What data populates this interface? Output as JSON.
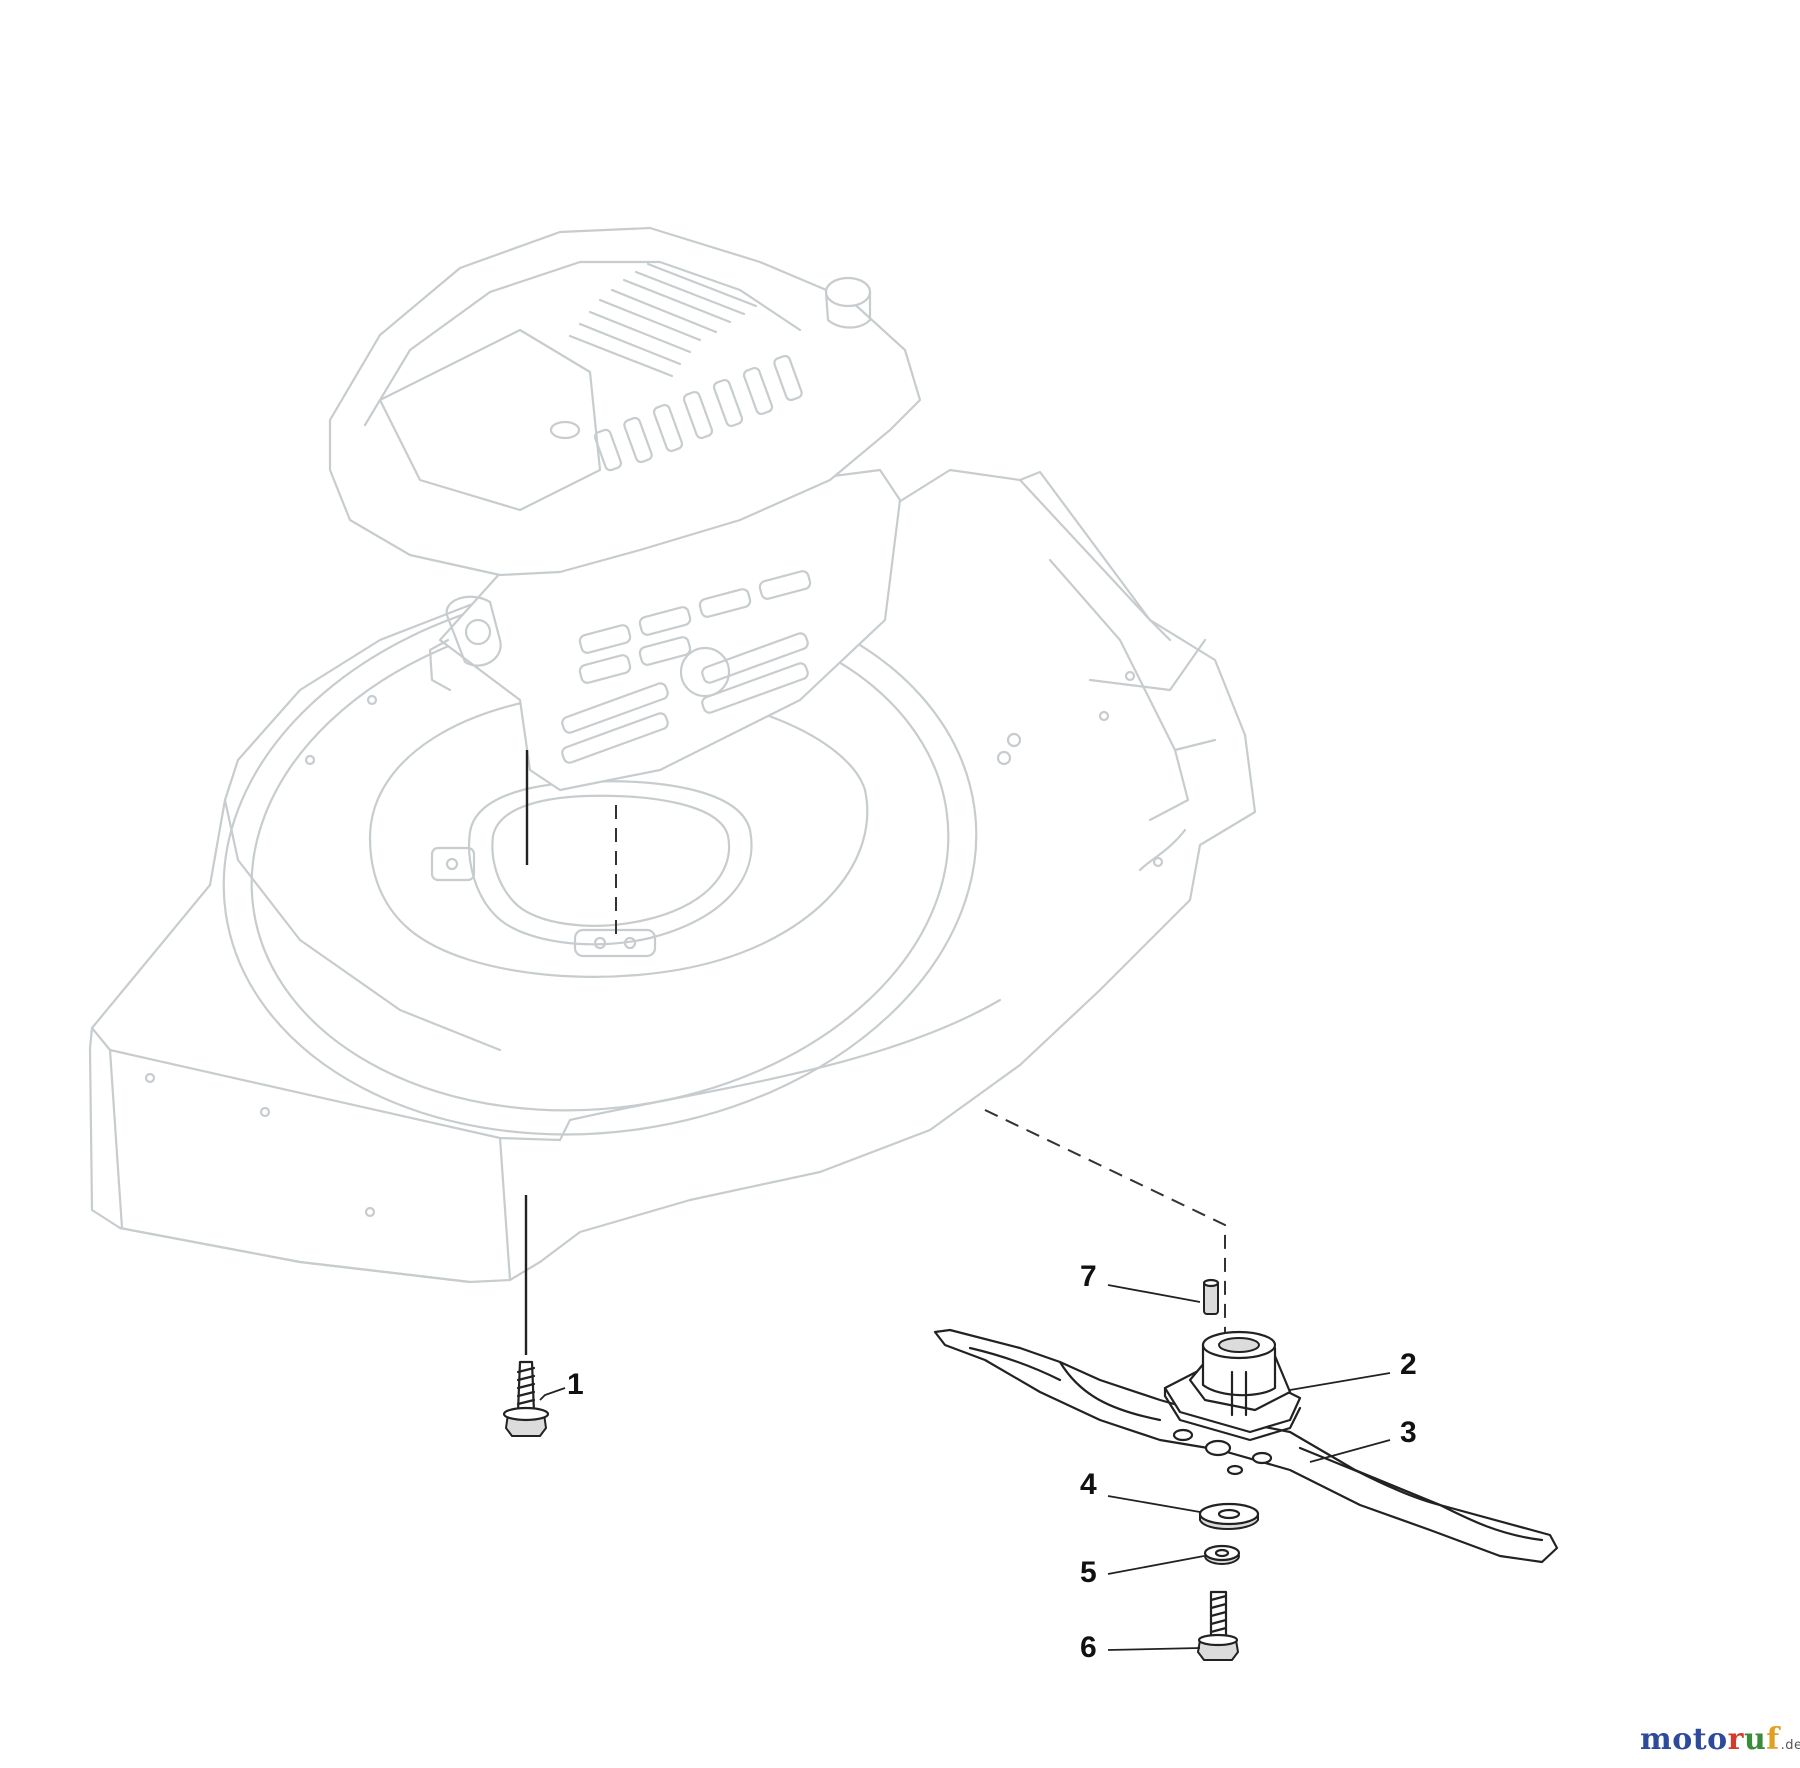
{
  "diagram": {
    "callouts": [
      {
        "number": "1",
        "part": "screw"
      },
      {
        "number": "2",
        "part": "blade-adapter"
      },
      {
        "number": "3",
        "part": "blade"
      },
      {
        "number": "4",
        "part": "washer"
      },
      {
        "number": "5",
        "part": "spring-washer"
      },
      {
        "number": "6",
        "part": "bolt"
      },
      {
        "number": "7",
        "part": "key"
      }
    ]
  },
  "watermark": {
    "logo_text": "moto ruf",
    "logo_letters": [
      "m",
      "o",
      "t",
      "o",
      "r",
      "u",
      "f"
    ],
    "logo_colors": [
      "#2e4a9a",
      "#2e4a9a",
      "#2e4a9a",
      "#2e4a9a",
      "#d23b2b",
      "#3b8c3a",
      "#e0a020"
    ],
    "tld": ".de"
  },
  "colors": {
    "ghost_line": "#c7cccf",
    "ink_line": "#222222",
    "background": "#ffffff"
  }
}
